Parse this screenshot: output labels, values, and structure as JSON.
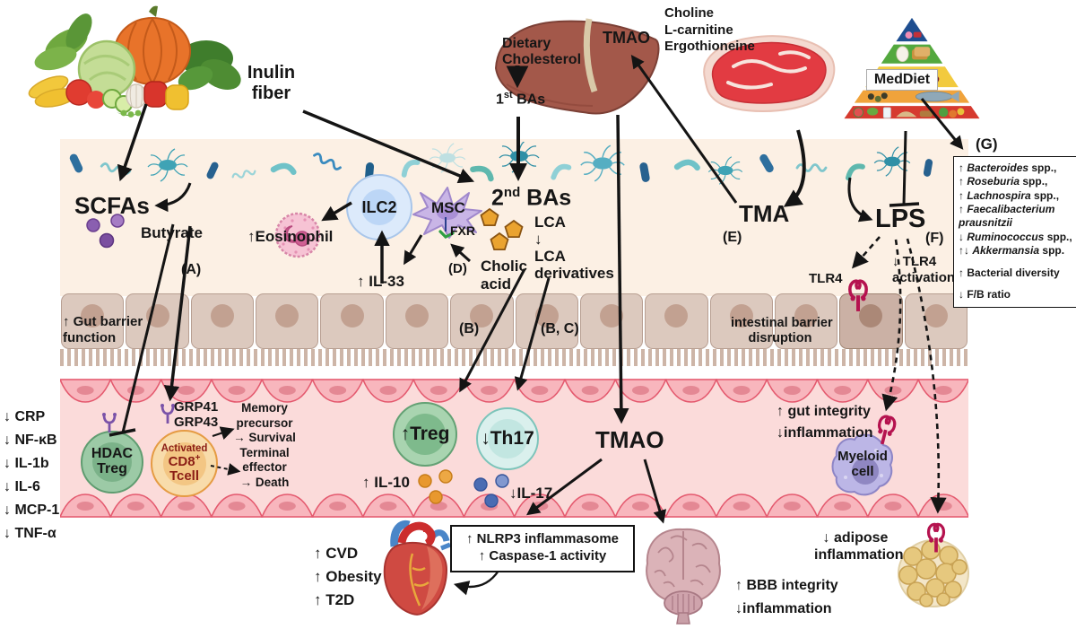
{
  "foods": {
    "inulin_line1": "Inulin",
    "inulin_line2": "fiber",
    "choline": [
      "Choline",
      "L-carnitine",
      "Ergothioneine"
    ],
    "meddiet_label": "MedDiet",
    "g_label": "(G)"
  },
  "liver": {
    "dietary_line1": "Dietary",
    "dietary_line2": "Cholesterol",
    "ba1_base": "1",
    "ba1_sup": "st",
    "ba1_rest": " BAs",
    "tmao_label": "TMAO"
  },
  "lumen": {
    "scfas": "SCFAs",
    "butyrate": "Butyrate",
    "label_a": "(A)",
    "eosinophil": "↑Eosinophil",
    "ilc2": "ILC2",
    "il33": "↑ IL-33",
    "msc": "MSC",
    "fxr": "FXR",
    "label_d": "(D)",
    "cholic_line1": "Cholic",
    "cholic_line2": "acid",
    "ba2_base": "2",
    "ba2_sup": "nd",
    "ba2_rest": " BAs",
    "lca_lines": [
      "LCA",
      "↓",
      "LCA",
      "derivatives"
    ],
    "tma": "TMA",
    "label_e": "(E)",
    "lps": "LPS",
    "label_f": "(F)",
    "tlr4_act_line1": "↓ TLR4",
    "tlr4_act_line2": "activation",
    "tlr4": "TLR4"
  },
  "microbiome_box": {
    "items": [
      {
        "pre": "↑ ",
        "it": "Bacteroides",
        "post": " spp.,"
      },
      {
        "pre": "↑ ",
        "it": "Roseburia",
        "post": " spp.,"
      },
      {
        "pre": "↑ ",
        "it": "Lachnospira",
        "post": " spp.,"
      },
      {
        "pre": "↑ ",
        "it": "Faecalibacterium prausnitzii",
        "post": ""
      },
      {
        "pre": "↓ ",
        "it": "Ruminococcus",
        "post": " spp.,"
      },
      {
        "pre": "↑↓ ",
        "it": "Akkermansia",
        "post": " spp."
      },
      {
        "pre": "↑ Bacterial diversity",
        "it": "",
        "post": ""
      },
      {
        "pre": "↓ F/B ratio",
        "it": "",
        "post": ""
      }
    ]
  },
  "epithelium": {
    "gut_barrier_line1": "↑ Gut barrier",
    "gut_barrier_line2": "function",
    "label_b": "(B)",
    "label_bc": "(B, C)",
    "disruption_line1": "intestinal barrier",
    "disruption_line2": "disruption"
  },
  "vessel": {
    "markers": [
      "↓ CRP",
      "↓ NF-κB",
      "↓ IL-1b",
      "↓ IL-6",
      "↓ MCP-1",
      "↓ TNF-α"
    ],
    "grp41": "GRP41",
    "grp43": "GRP43",
    "hdac_line1": "HDAC",
    "hdac_line2": "Treg",
    "cd8_line1": "Activated",
    "cd8_base": "CD8",
    "cd8_sup": "+",
    "cd8_line3": "Tcell",
    "fate_lines": [
      "Memory",
      "precursor",
      "→ Survival",
      "Terminal",
      "effector",
      "→ Death"
    ],
    "treg": "↑Treg",
    "th17": "↓Th17",
    "il10": "↑ IL-10",
    "il17": "↓IL-17",
    "tmao": "TMAO",
    "gut_integrity_line1": "↑ gut integrity",
    "gut_integrity_line2": "↓inflammation",
    "myeloid_line1": "Myeloid",
    "myeloid_line2": "cell"
  },
  "outcomes": {
    "heart_list": [
      "↑ CVD",
      "↑ Obesity",
      "↑ T2D"
    ],
    "nlrp3_line1": "↑ NLRP3 inflammasome",
    "nlrp3_line2": "↑ Caspase-1 activity",
    "brain_line1": "↑ BBB integrity",
    "brain_line2": "↓inflammation",
    "adipose_line1": "↓ adipose",
    "adipose_line2": "inflammation"
  },
  "colors": {
    "lumen_bg": "#fcf0e4",
    "vessel_bg": "#fbdbda",
    "epithelium_cell": "#dcc9be",
    "arrow": "#141414",
    "tlr4_receptor": "#b5134f",
    "grp_receptor": "#7a52a8",
    "treg_green": "#a9d4b0",
    "th17_teal": "#daf0ed",
    "ilc2_blue": "#dceafb",
    "msc_purple": "#c9b5e6",
    "ba_pentagon": "#eaa330",
    "scfa_dot": "#8a5fb0",
    "il10_dot": "#e8982e",
    "il17_dot": "#4a6cb3",
    "myeloid_purple": "#bcb6e6"
  }
}
